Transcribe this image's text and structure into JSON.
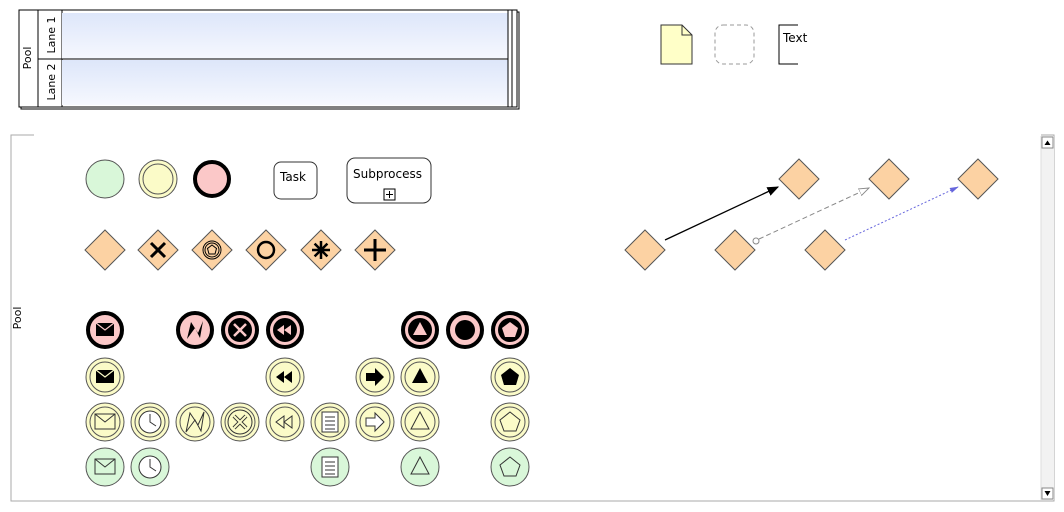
{
  "top_pool": {
    "pool_label": "Pool",
    "lanes": [
      {
        "label": "Lane 1"
      },
      {
        "label": "Lane 2"
      }
    ]
  },
  "artifacts": {
    "text_annotation_label": "Text"
  },
  "main_pool": {
    "pool_label": "Pool",
    "task_label": "Task",
    "subprocess_label": "Subprocess"
  },
  "icons": {
    "start_event": "start-event-icon",
    "intermediate_event": "intermediate-event-icon",
    "end_event": "end-event-icon",
    "gateway_exclusive": "exclusive-gateway-icon",
    "gateway_inclusive": "inclusive-gateway-icon",
    "gateway_parallel": "parallel-gateway-icon",
    "gateway_complex": "complex-gateway-icon",
    "gateway_event": "event-based-gateway-icon",
    "data_object": "data-object-icon",
    "group": "group-icon"
  },
  "colors": {
    "start_fill": "#d9f7d9",
    "intermediate_fill": "#fbfbc8",
    "end_fill": "#fbc8c8",
    "gateway_fill": "#fcd2a3",
    "lane_fill": "#e8eefb",
    "data_object_fill": "#ffffc8",
    "sequence_flow": "#000000",
    "message_flow": "#888888",
    "association": "#6666dd"
  }
}
